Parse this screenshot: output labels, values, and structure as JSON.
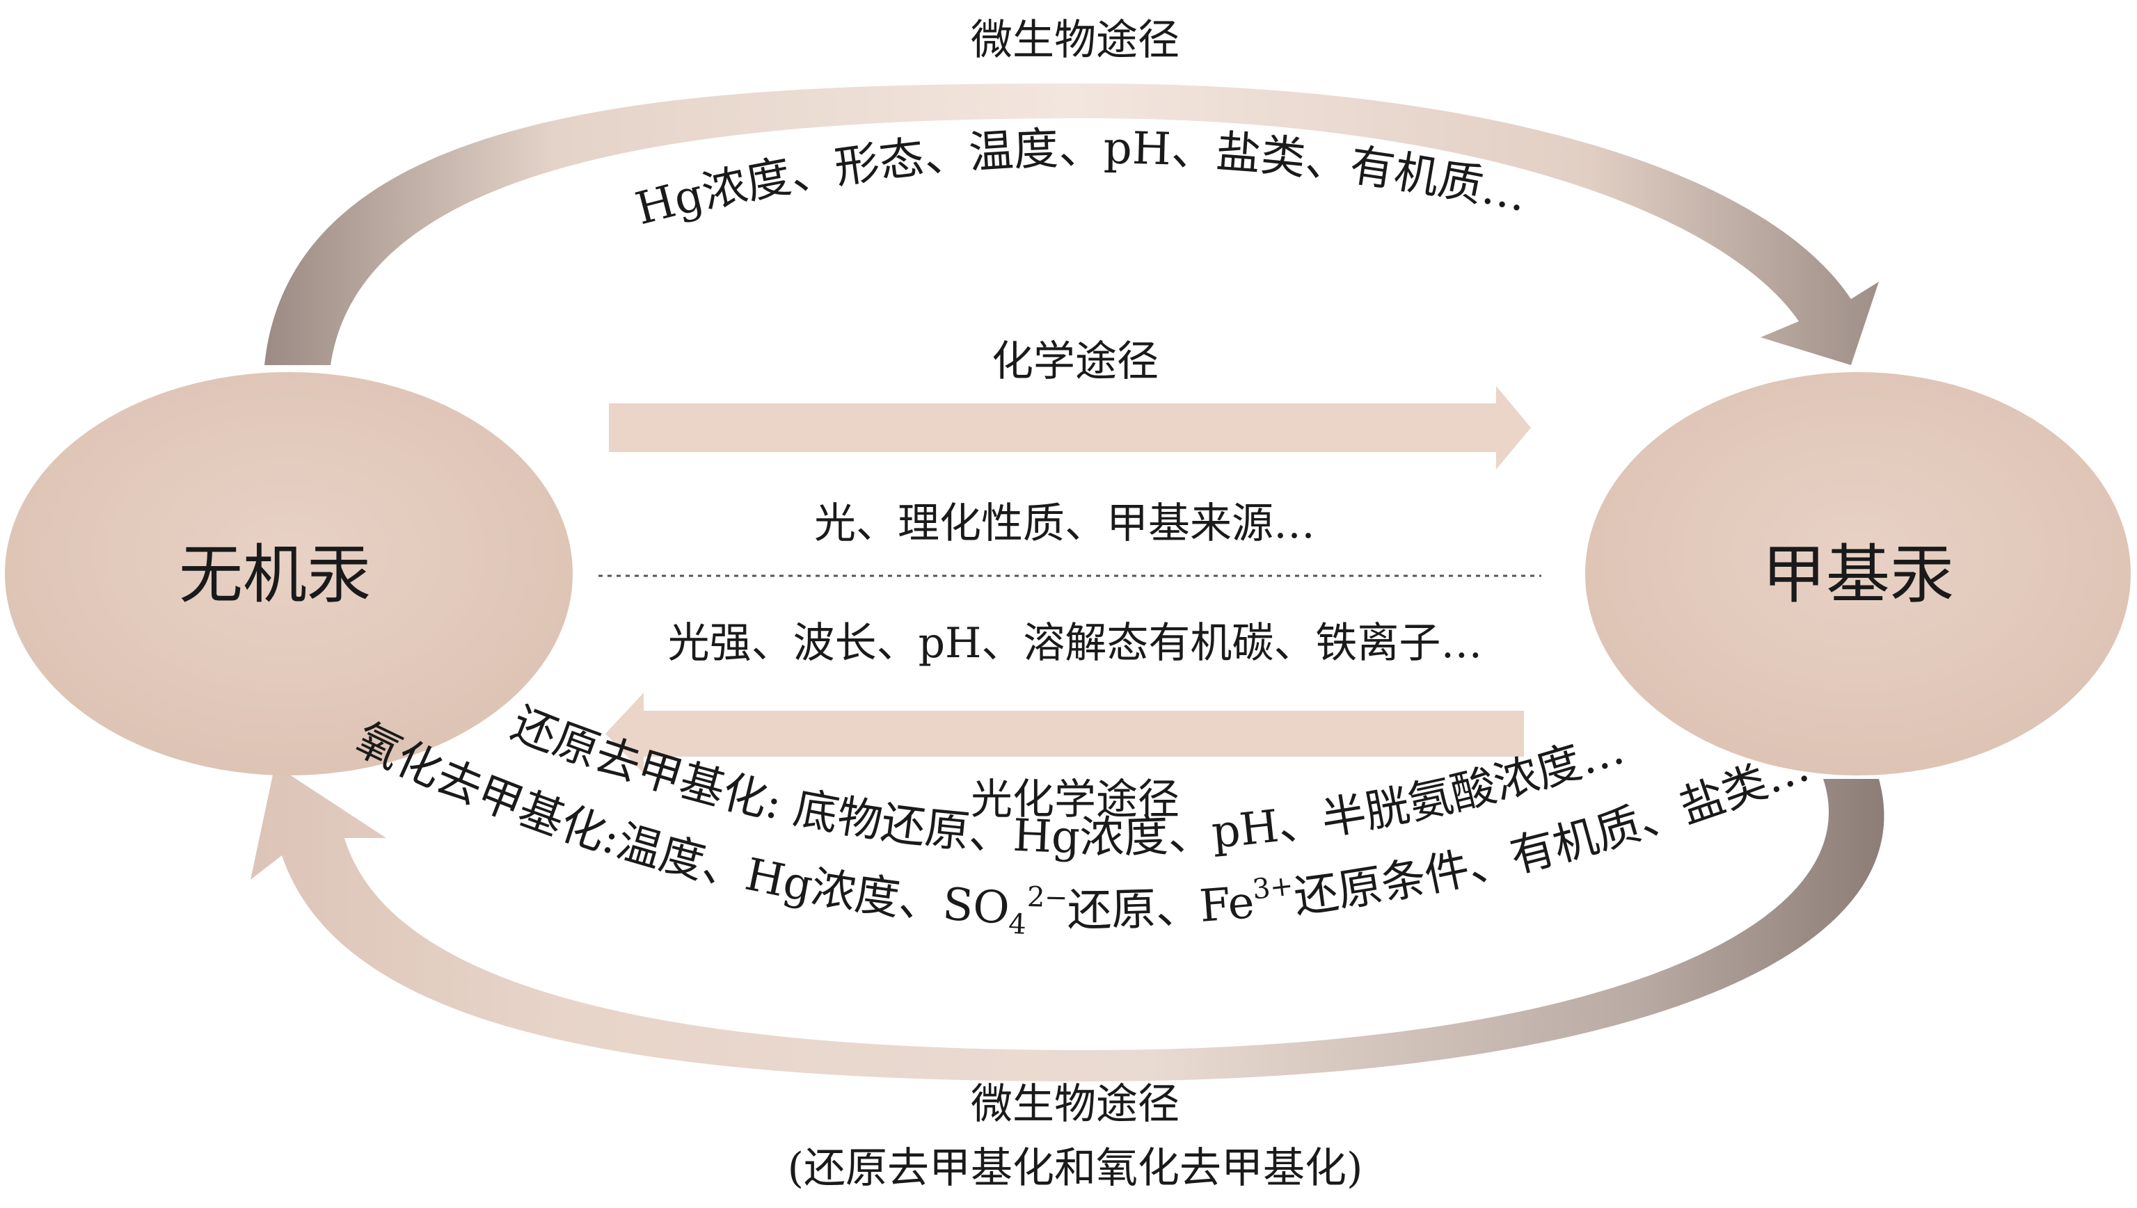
{
  "nodes": {
    "inorganic": "无机汞",
    "methyl": "甲基汞"
  },
  "top": {
    "pathway_label": "微生物途径",
    "conditions": "Hg浓度、形态、温度、pH、盐类、有机质…"
  },
  "chemical": {
    "pathway_label": "化学途径",
    "conditions": "光、理化性质、甲基来源…"
  },
  "photochemical": {
    "conditions": "光强、波长、pH、溶解态有机碳、铁离子…",
    "pathway_label": "光化学途径"
  },
  "bottom": {
    "reductive_line": "还原去甲基化: 底物还原、Hg浓度、pH、半胱氨酸浓度…",
    "oxidative_pre": "氧化去甲基化:温度、Hg浓度、SO",
    "oxidative_sub": "4",
    "oxidative_sup": "2−",
    "oxidative_mid": "还原、Fe",
    "oxidative_sup2": "3+",
    "oxidative_post": "还原条件、有机质、盐类…",
    "pathway_label": "微生物途径",
    "pathway_sub": "(还原去甲基化和氧化去甲基化)"
  },
  "colors": {
    "node_fill": "#e3cbbd",
    "arrow_fill": "#ead5c8",
    "curve_light": "#e8d6cc",
    "curve_dark": "#8f807a"
  }
}
